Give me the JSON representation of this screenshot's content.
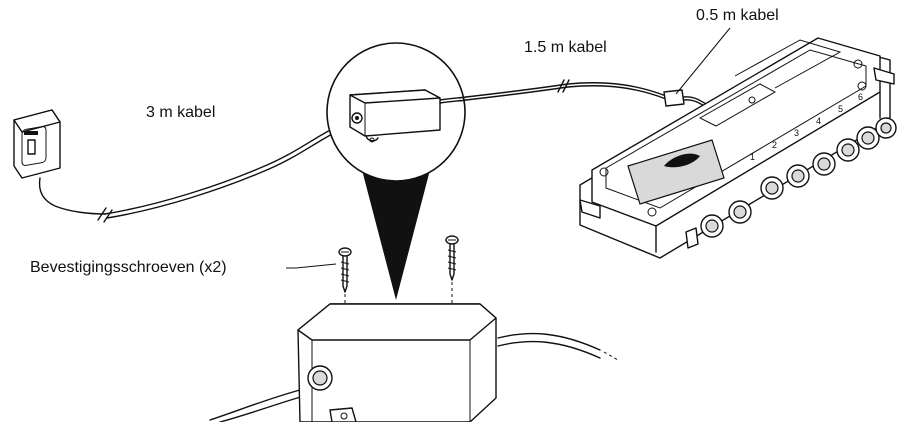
{
  "labels": {
    "cable_3m": "3 m kabel",
    "cable_1_5m": "1.5 m kabel",
    "cable_0_5m": "0.5 m kabel",
    "screws": "Bevestigingsschroeven (x2)"
  },
  "port_numbers": [
    "1",
    "2",
    "3",
    "4",
    "5",
    "6"
  ]
}
